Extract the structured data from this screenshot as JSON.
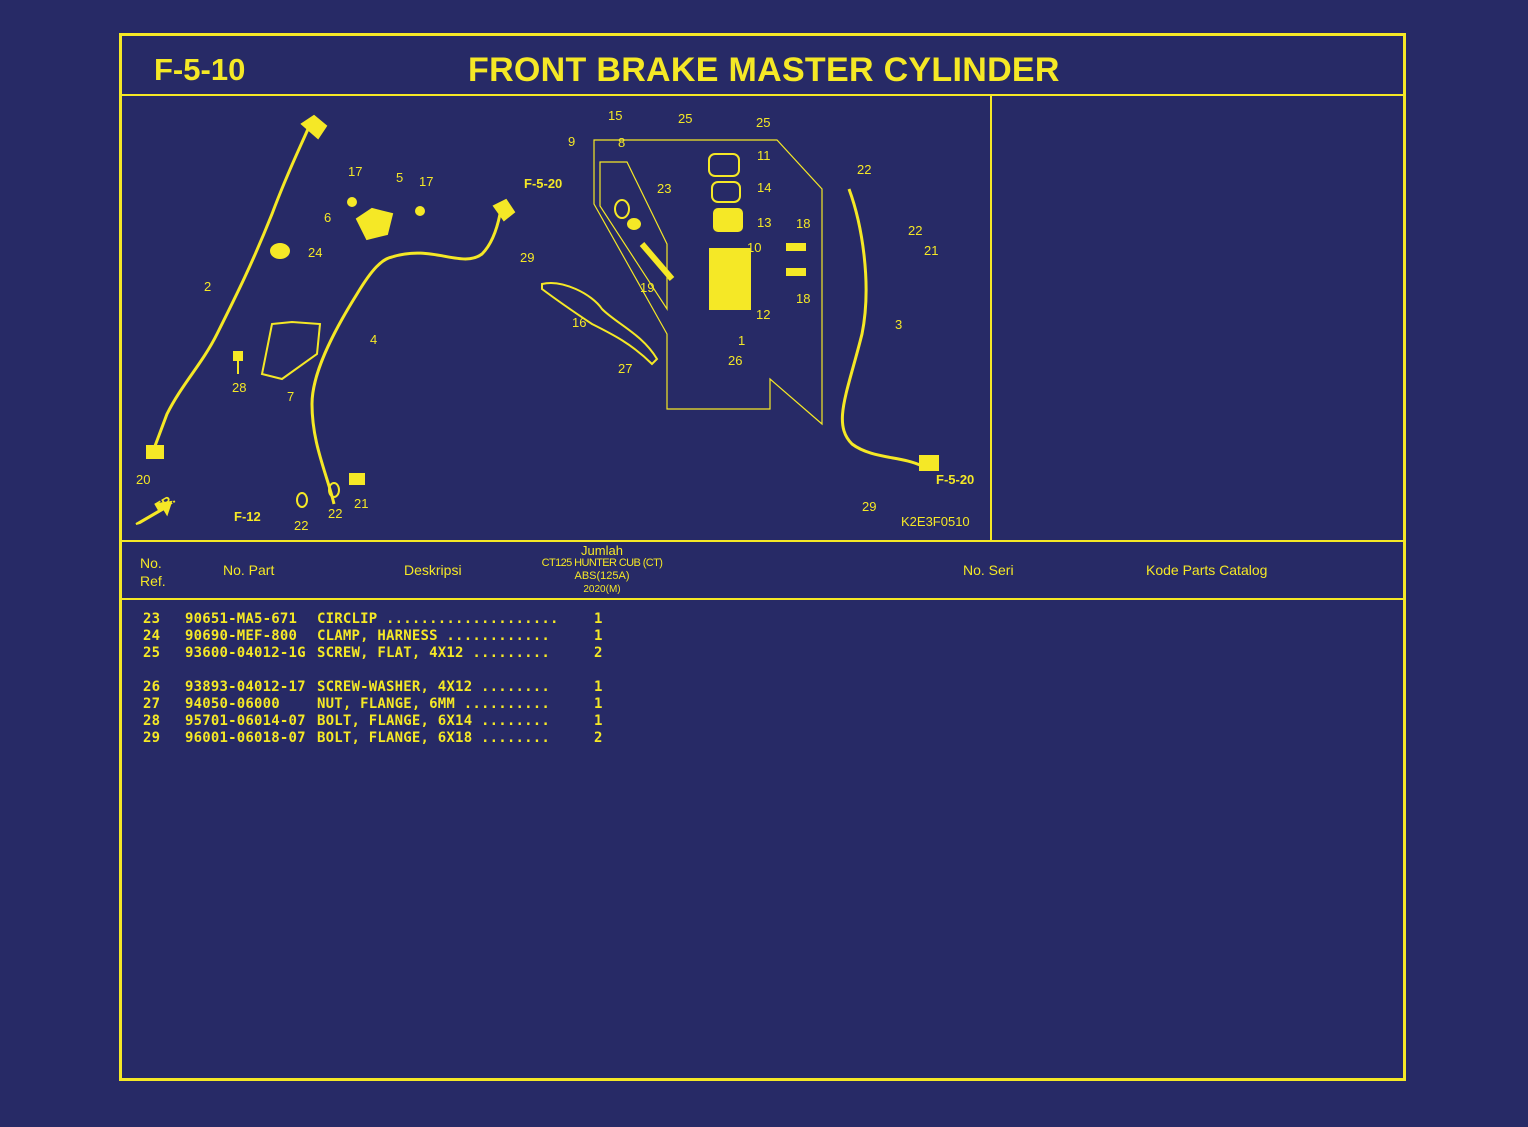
{
  "header": {
    "code": "F-5-10",
    "title": "FRONT BRAKE MASTER CYLINDER"
  },
  "diagram": {
    "ref_code": "K2E3F0510",
    "cross_refs": [
      "F-5-20",
      "F-12"
    ],
    "direction": "FR.",
    "callout_labels": [
      "1",
      "2",
      "3",
      "4",
      "5",
      "6",
      "7",
      "8",
      "9",
      "10",
      "11",
      "12",
      "13",
      "14",
      "15",
      "16",
      "17",
      "18",
      "19",
      "20",
      "21",
      "22",
      "23",
      "24",
      "25",
      "26",
      "27",
      "28",
      "29"
    ]
  },
  "table": {
    "headers": {
      "ref_line1": "No.",
      "ref_line2": "Ref.",
      "part": "No. Part",
      "desc": "Deskripsi",
      "qty_title": "Jumlah",
      "qty_model": "CT125 HUNTER CUB (CT)",
      "qty_variant": "ABS(125A)",
      "qty_year": "2020(M)",
      "seri": "No. Seri",
      "kode": "Kode Parts Catalog"
    },
    "rows": [
      {
        "ref": "23",
        "part": "90651-MA5-671",
        "desc": "CIRCLIP ....................",
        "qty": "1"
      },
      {
        "ref": "24",
        "part": "90690-MEF-800",
        "desc": "CLAMP, HARNESS ............",
        "qty": "1"
      },
      {
        "ref": "25",
        "part": "93600-04012-1G",
        "desc": "SCREW, FLAT, 4X12 .........",
        "qty": "2"
      },
      {
        "ref": "26",
        "part": "93893-04012-17",
        "desc": "SCREW-WASHER, 4X12 ........",
        "qty": "1"
      },
      {
        "ref": "27",
        "part": "94050-06000",
        "desc": "NUT, FLANGE, 6MM ..........",
        "qty": "1"
      },
      {
        "ref": "28",
        "part": "95701-06014-07",
        "desc": "BOLT, FLANGE, 6X14 ........",
        "qty": "1"
      },
      {
        "ref": "29",
        "part": "96001-06018-07",
        "desc": "BOLT, FLANGE, 6X18 ........",
        "qty": "2"
      }
    ]
  },
  "colors": {
    "background": "#272a66",
    "foreground": "#f5e826"
  }
}
